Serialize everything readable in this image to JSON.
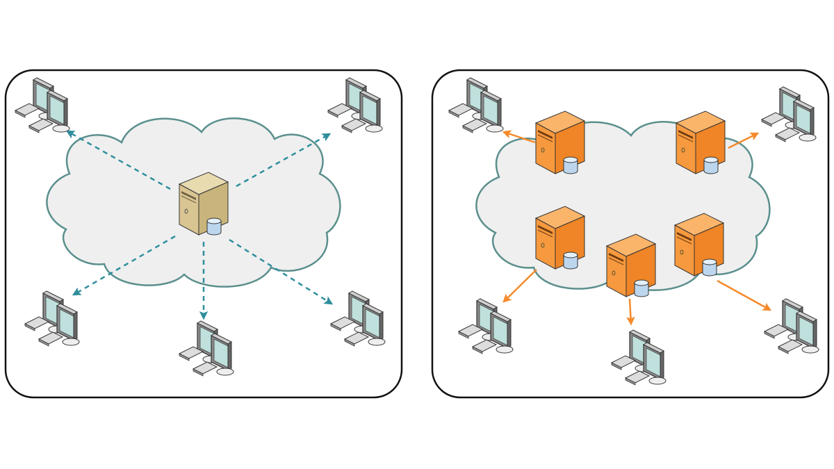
{
  "diagram": {
    "left": {
      "topology": "centralized",
      "servers": 1,
      "clients": 5,
      "arrow_style": "dashed"
    },
    "right": {
      "topology": "distributed",
      "servers": 5,
      "clients": 5,
      "arrow_style": "solid"
    }
  },
  "colors": {
    "panel_border": "#111111",
    "cloud_fill": "#efefef",
    "cloud_stroke": "#5a8f8c",
    "teal_arrow": "#2e8e9c",
    "orange_arrow": "#f58a2a",
    "tan_server": "#d8c592",
    "orange_server": "#f7993e",
    "database": "#bcd6ee"
  },
  "icons": [
    "workstation-icon",
    "server-icon",
    "database-icon",
    "cloud-icon",
    "arrow-icon"
  ]
}
